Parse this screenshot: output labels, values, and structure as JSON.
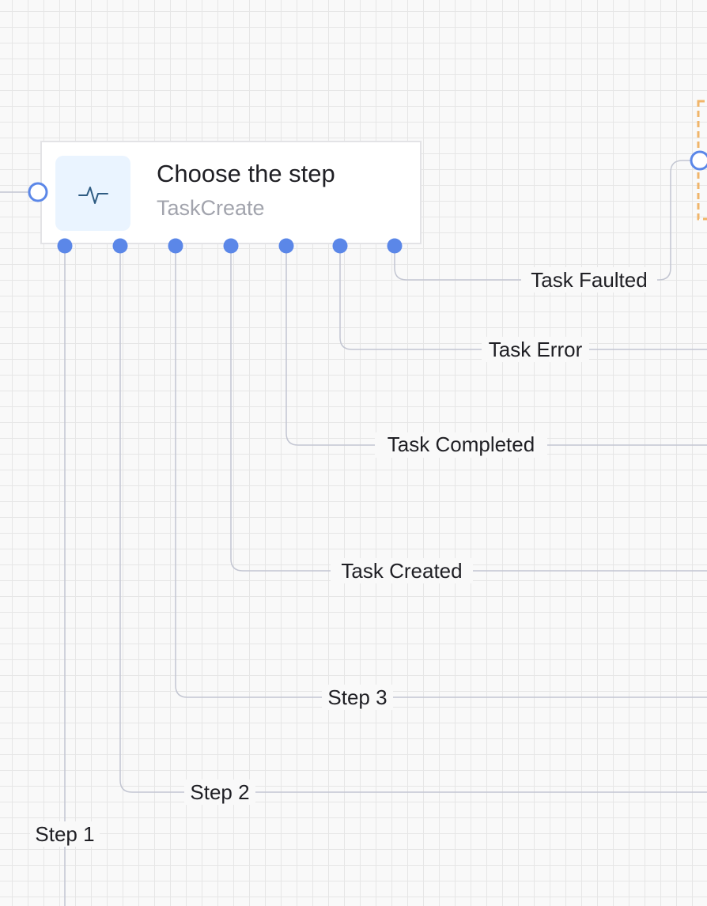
{
  "node": {
    "title": "Choose the step",
    "subtitle": "TaskCreate",
    "icon": "activity-pulse-icon"
  },
  "edges": [
    {
      "label": "Step 1"
    },
    {
      "label": "Step 2"
    },
    {
      "label": "Step 3"
    },
    {
      "label": "Task Created"
    },
    {
      "label": "Task Completed"
    },
    {
      "label": "Task Error"
    },
    {
      "label": "Task Faulted"
    }
  ],
  "colors": {
    "port": "#5b87e8",
    "edge": "#c3c6d2",
    "selection": "#f0b56a",
    "icon_background": "#eaf4ff",
    "icon_stroke": "#2e5b82"
  }
}
